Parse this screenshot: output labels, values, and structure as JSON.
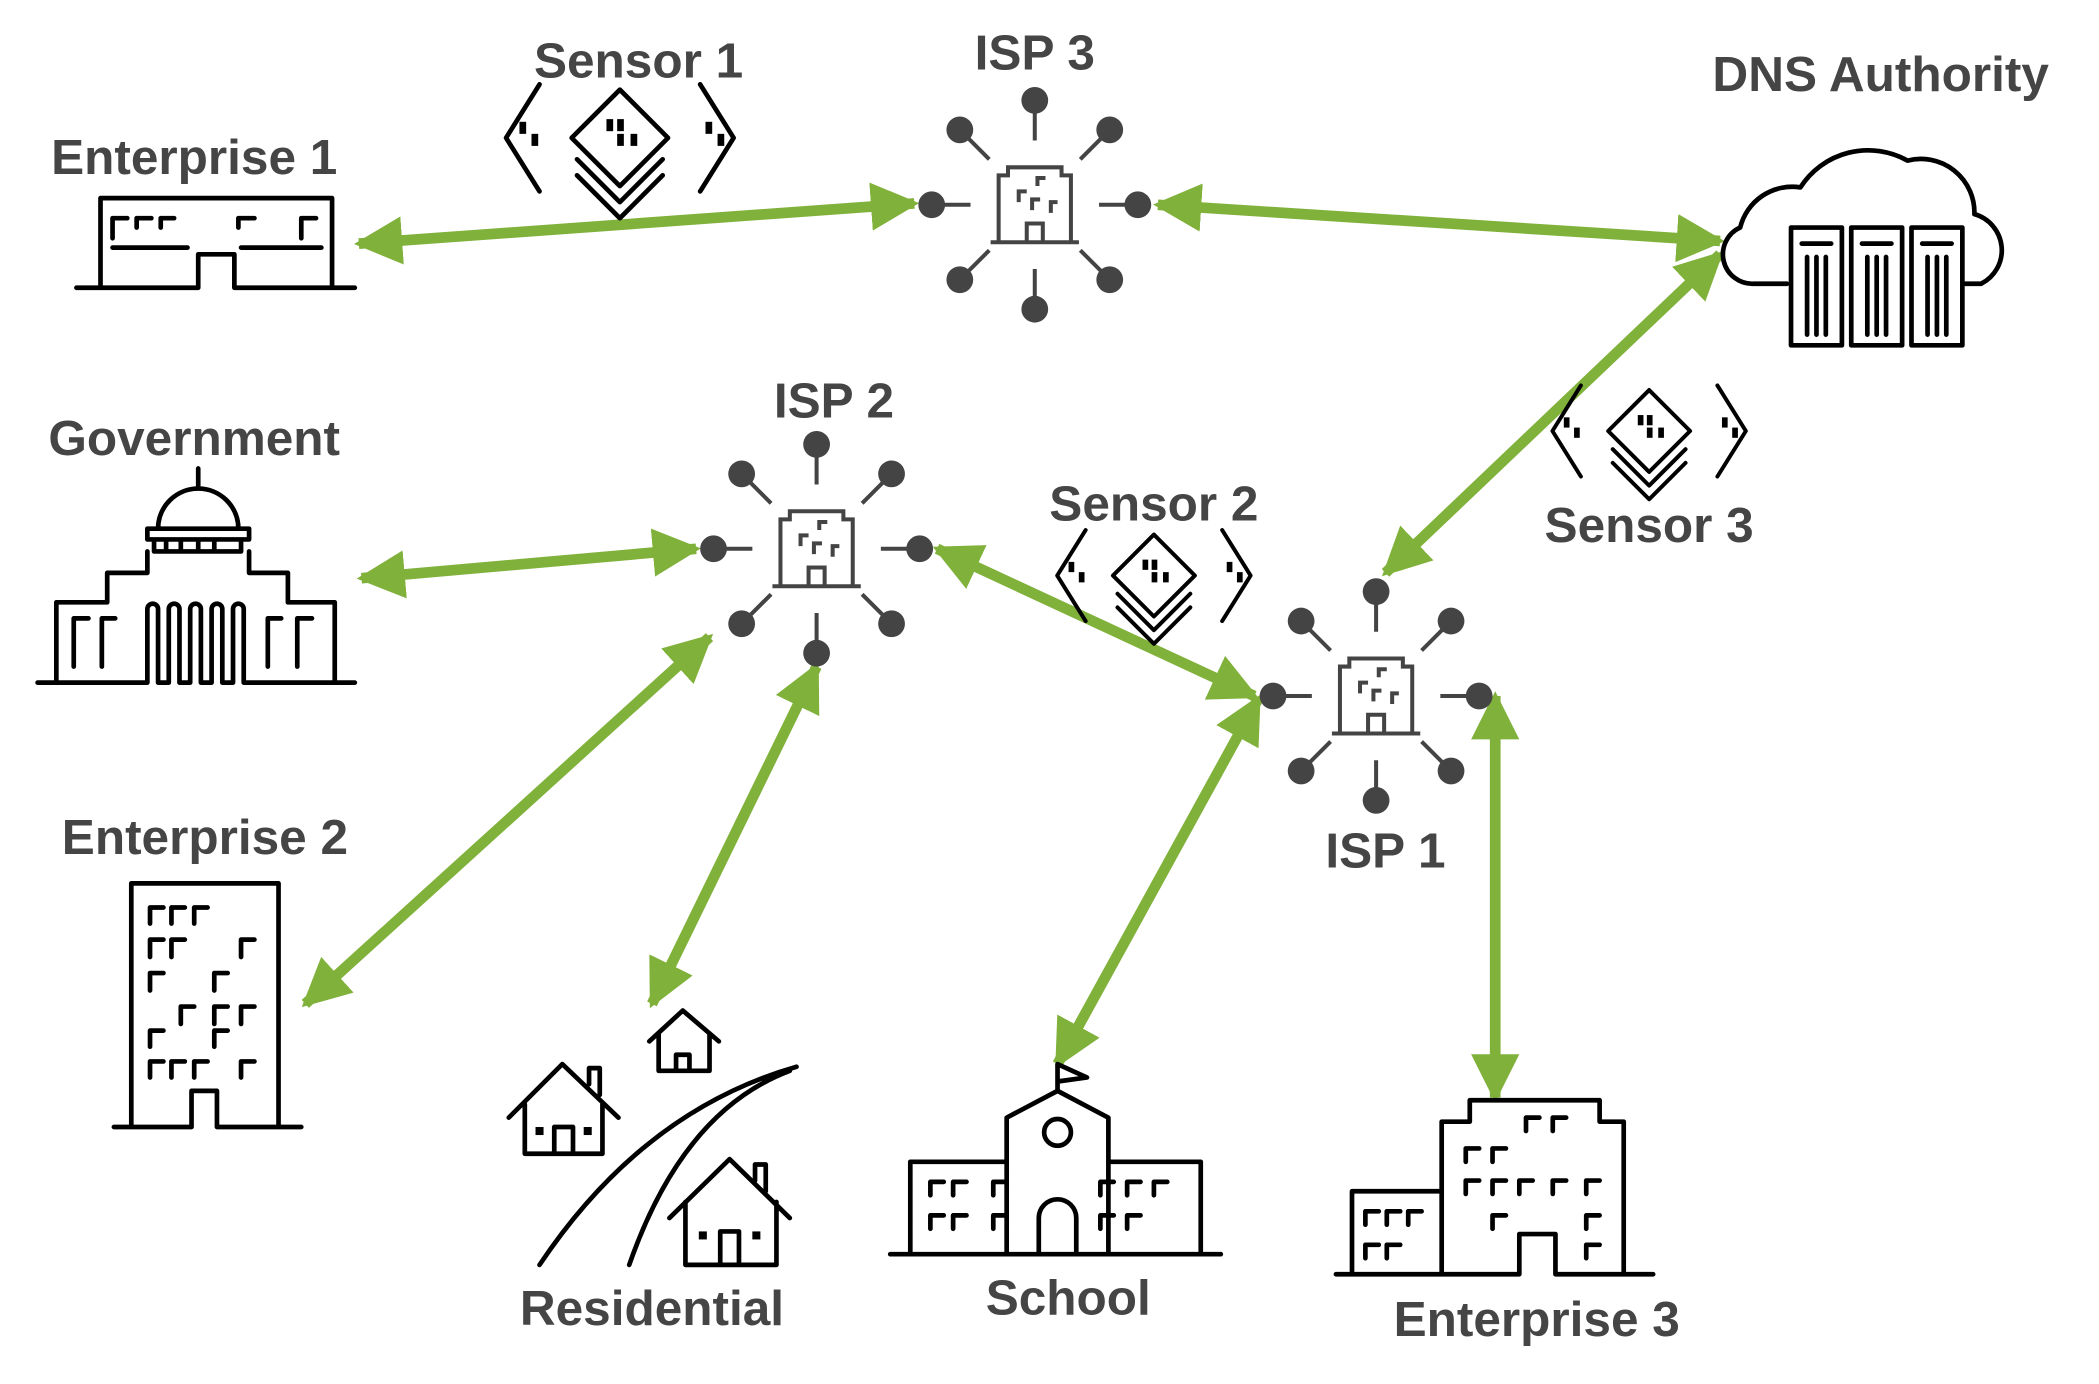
{
  "title": "Network topology",
  "colors": {
    "link": "#80B13A",
    "label": "#454545"
  },
  "nodes": {
    "enterprise1": "Enterprise 1",
    "sensor1": "Sensor 1",
    "isp3": "ISP 3",
    "dns": "DNS Authority",
    "government": "Government",
    "isp2": "ISP 2",
    "sensor2": "Sensor 2",
    "sensor3": "Sensor 3",
    "isp1": "ISP 1",
    "enterprise2": "Enterprise 2",
    "residential": "Residential",
    "school": "School",
    "enterprise3": "Enterprise 3"
  },
  "links": [
    [
      "enterprise1",
      "isp3"
    ],
    [
      "isp3",
      "dns"
    ],
    [
      "dns",
      "isp1"
    ],
    [
      "government",
      "isp2"
    ],
    [
      "isp2",
      "isp1"
    ],
    [
      "isp2",
      "enterprise2"
    ],
    [
      "isp2",
      "residential"
    ],
    [
      "isp1",
      "school"
    ],
    [
      "isp1",
      "enterprise3"
    ]
  ]
}
